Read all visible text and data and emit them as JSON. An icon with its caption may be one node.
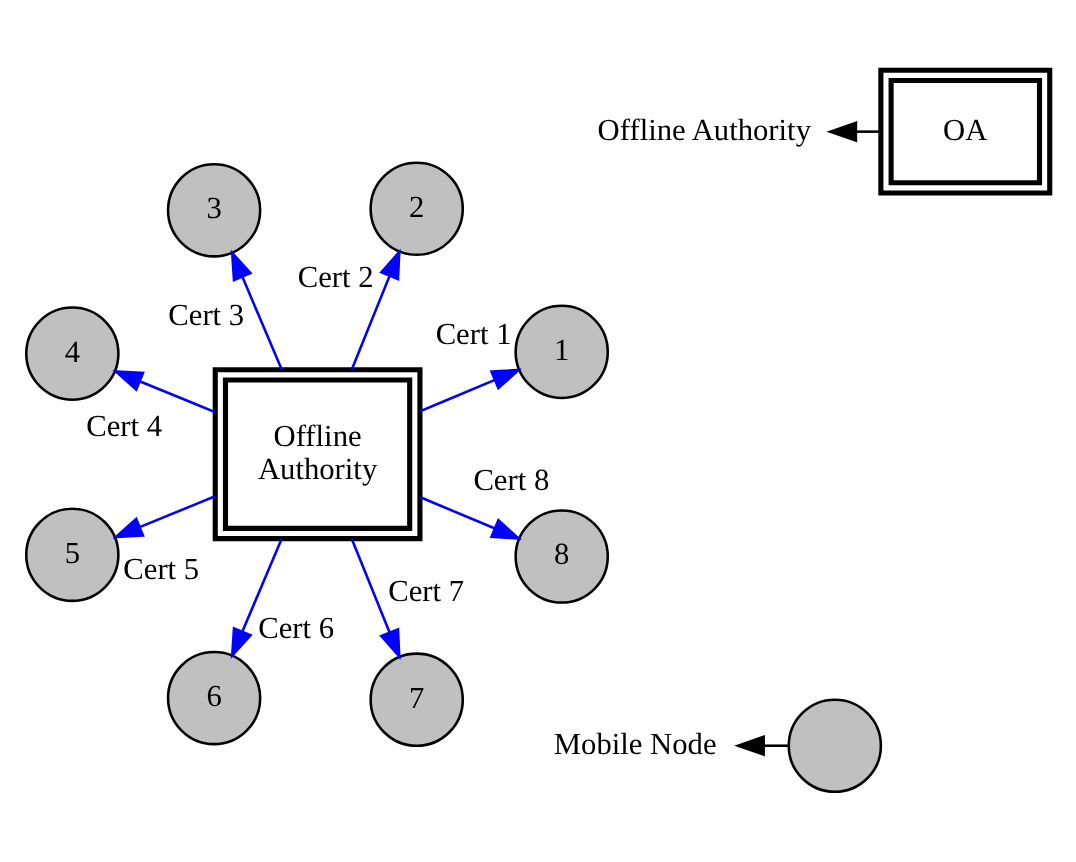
{
  "diagram": {
    "nodes": [
      {
        "text": [
          "Offline Authority"
        ]
      },
      {
        "text": [
          "1"
        ]
      },
      {
        "text": [
          "2"
        ]
      },
      {
        "text": [
          "3"
        ]
      },
      {
        "text": [
          "4"
        ]
      },
      {
        "text": [
          "5"
        ]
      },
      {
        "text": [
          "6"
        ]
      },
      {
        "text": [
          "7"
        ]
      },
      {
        "text": [
          "8"
        ]
      },
      {
        "text": [],
        "shape": "circle"
      },
      {
        "text": [
          "Mobile Node"
        ]
      },
      {
        "text": [
          "OA"
        ]
      },
      {
        "text": [
          "Offline Authority"
        ]
      }
    ],
    "edges": [
      {
        "from": 0,
        "to": 1,
        "arrow": "to",
        "label": "Cert 1"
      },
      {
        "from": 0,
        "to": 2,
        "arrow": "to",
        "label": "Cert 2"
      },
      {
        "from": 0,
        "to": 3,
        "arrow": "to",
        "label": "Cert 3"
      },
      {
        "from": 0,
        "to": 4,
        "arrow": "to",
        "label": "Cert 4"
      },
      {
        "from": 0,
        "to": 5,
        "arrow": "to",
        "label": "Cert 5"
      },
      {
        "from": 0,
        "to": 6,
        "arrow": "to",
        "label": "Cert 6"
      },
      {
        "from": 0,
        "to": 7,
        "arrow": "to",
        "label": "Cert 7"
      },
      {
        "from": 0,
        "to": 8,
        "arrow": "to",
        "label": "Cert 8"
      },
      {
        "from": 9,
        "to": 10,
        "arrow": "to",
        "color": "#000000"
      },
      {
        "from": 11,
        "to": 12,
        "arrow": "to",
        "color": "#000000"
      }
    ]
  }
}
